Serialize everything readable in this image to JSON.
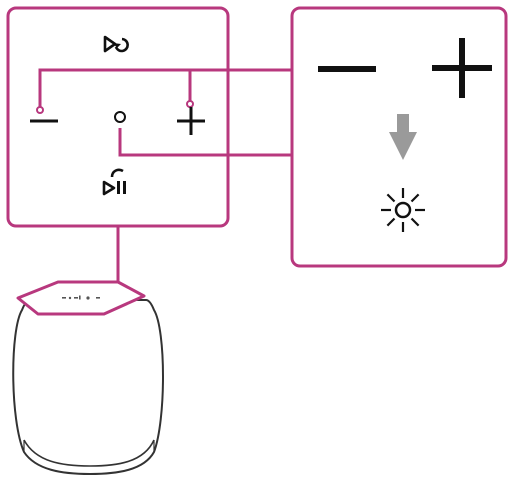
{
  "colors": {
    "accent": "#b8387e",
    "ink": "#111111",
    "arrow_gray": "#9a9a9a",
    "speaker_stroke": "#333333"
  },
  "callout_left": {
    "buttons": [
      {
        "id": "bluetooth-pair",
        "icon": "bluetooth-pairing-icon"
      },
      {
        "id": "volume-minus",
        "icon": "minus-icon"
      },
      {
        "id": "power-indicator",
        "icon": "circle-indicator-icon"
      },
      {
        "id": "volume-plus",
        "icon": "plus-icon"
      },
      {
        "id": "call-play-pause",
        "icon": "call-play-pause-icon"
      }
    ]
  },
  "callout_right": {
    "steps": [
      {
        "id": "press-minus-and-plus",
        "icons": [
          "minus-icon",
          "plus-icon"
        ]
      },
      {
        "id": "then",
        "icon": "arrow-down-icon"
      },
      {
        "id": "indicator-flashes",
        "icon": "blinking-light-icon"
      }
    ]
  },
  "device": {
    "icon": "speaker-icon"
  }
}
